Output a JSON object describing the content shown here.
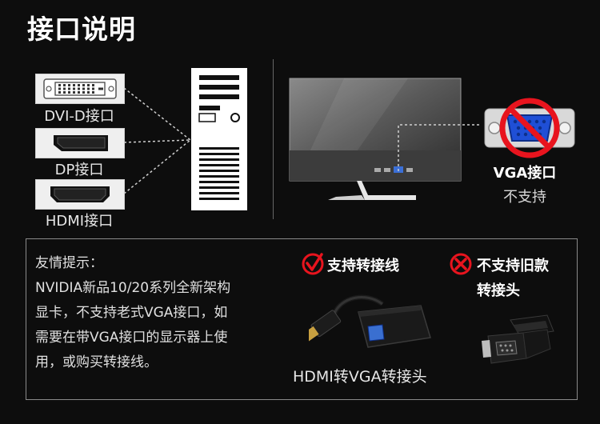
{
  "header": {
    "title": "接口说明"
  },
  "ports": [
    {
      "label": "DVI-D接口",
      "icon": "dvi-port-icon"
    },
    {
      "label": "DP接口",
      "icon": "displayport-icon"
    },
    {
      "label": "HDMI接口",
      "icon": "hdmi-port-icon"
    }
  ],
  "vga": {
    "label": "VGA接口",
    "status": "不支持",
    "icon": "vga-port-prohibited-icon"
  },
  "tips": {
    "lines": [
      "友情提示：",
      "NVIDIA新品10/20系列全新架构",
      "显卡，不支持老式VGA接口，如",
      "需要在带VGA接口的显示器上使",
      "用，或购买转接线。"
    ]
  },
  "supported": {
    "label": "支持转接线",
    "icon": "check-circle-icon"
  },
  "unsupported": {
    "label_line1": "不支持旧款",
    "label_line2": "转接头",
    "icon": "cross-circle-icon"
  },
  "adapter": {
    "caption": "HDMI转VGA转接头"
  },
  "colors": {
    "accent_red": "#e8141e",
    "vga_blue": "#1f4fd6",
    "background": "#0d0d0d"
  }
}
